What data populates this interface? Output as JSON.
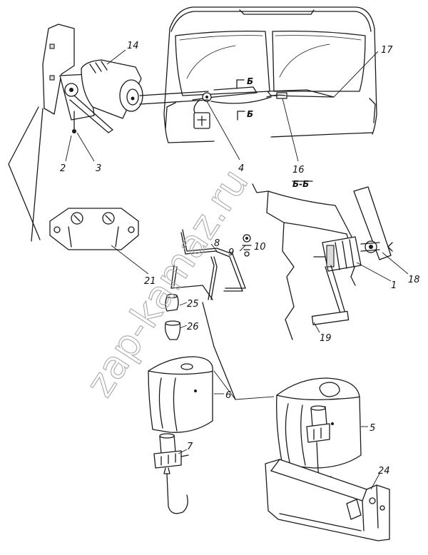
{
  "watermark": "zap-kamaz.ru",
  "section_label": "Б-Б",
  "section_marks": [
    "Б",
    "Б"
  ],
  "callouts": [
    "14",
    "17",
    "2",
    "3",
    "4",
    "16",
    "21",
    "8",
    "9",
    "10",
    "18",
    "1",
    "25",
    "26",
    "19",
    "6",
    "5",
    "7",
    "24"
  ]
}
